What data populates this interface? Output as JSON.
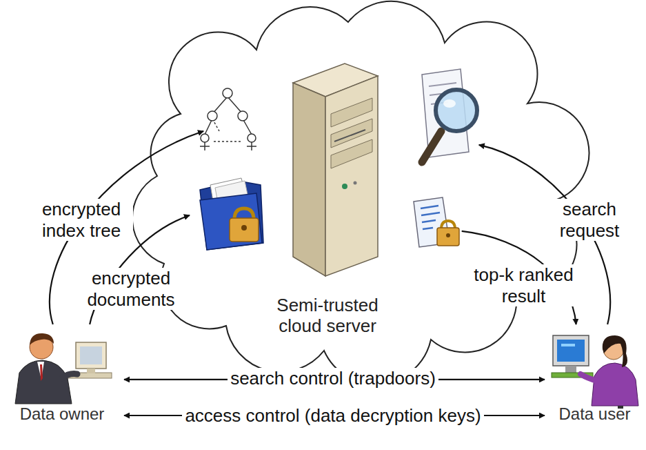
{
  "diagram": {
    "nodes": [
      {
        "text": [
          "Semi-trusted cloud server"
        ]
      },
      {
        "text": [
          "Data owner"
        ]
      },
      {
        "text": [
          "Data user"
        ]
      }
    ],
    "edges": [
      {
        "from": 1,
        "to": 0,
        "label": "encrypted index tree",
        "arrow": "to"
      },
      {
        "from": 1,
        "to": 0,
        "label": "encrypted documents",
        "arrow": "to"
      },
      {
        "from": 2,
        "to": 0,
        "label": "search request",
        "arrow": "to"
      },
      {
        "from": 0,
        "to": 2,
        "label": "top-k ranked result",
        "arrow": "to"
      },
      {
        "from": 1,
        "to": 2,
        "label": "search control (trapdoors)",
        "arrow": "both"
      },
      {
        "from": 1,
        "to": 2,
        "label": "access control (data decryption keys)",
        "arrow": "both"
      }
    ]
  }
}
